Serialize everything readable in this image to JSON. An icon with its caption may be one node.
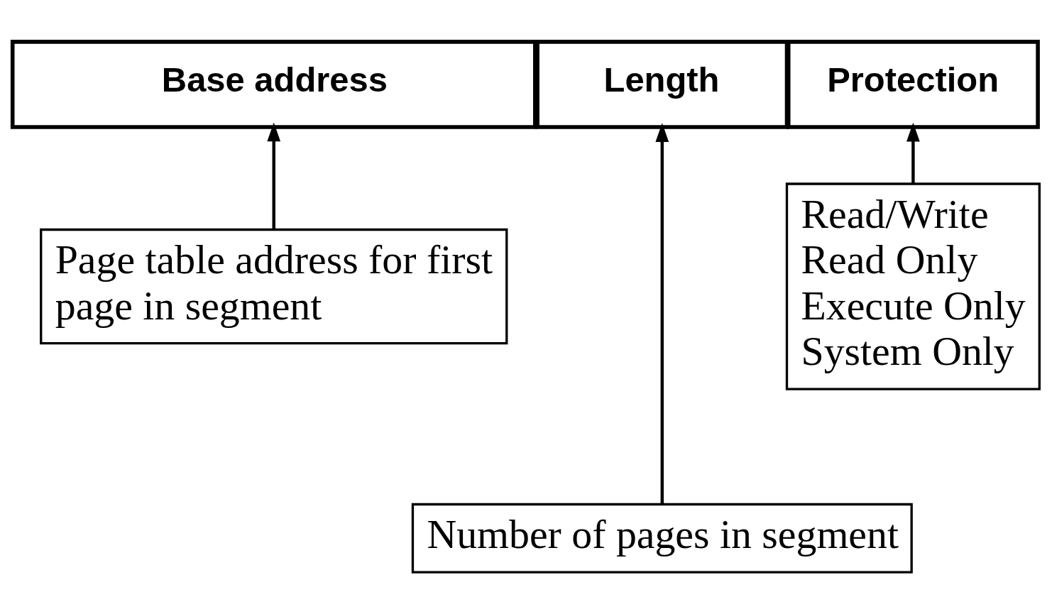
{
  "diagram": {
    "nodes": [
      {
        "text": [
          "Base address"
        ]
      },
      {
        "text": [
          "Length"
        ]
      },
      {
        "text": [
          "Protection"
        ]
      },
      {
        "text": [
          "Page table address for first page in segment"
        ]
      },
      {
        "text": [
          "Read/Write",
          "Read Only",
          "Execute Only",
          "System Only"
        ]
      },
      {
        "text": [
          "Number of pages in segment"
        ]
      }
    ],
    "edges": [
      {
        "from": 3,
        "to": 0,
        "arrow": "to"
      },
      {
        "from": 5,
        "to": 1,
        "arrow": "to"
      },
      {
        "from": 4,
        "to": 2,
        "arrow": "to"
      }
    ]
  }
}
